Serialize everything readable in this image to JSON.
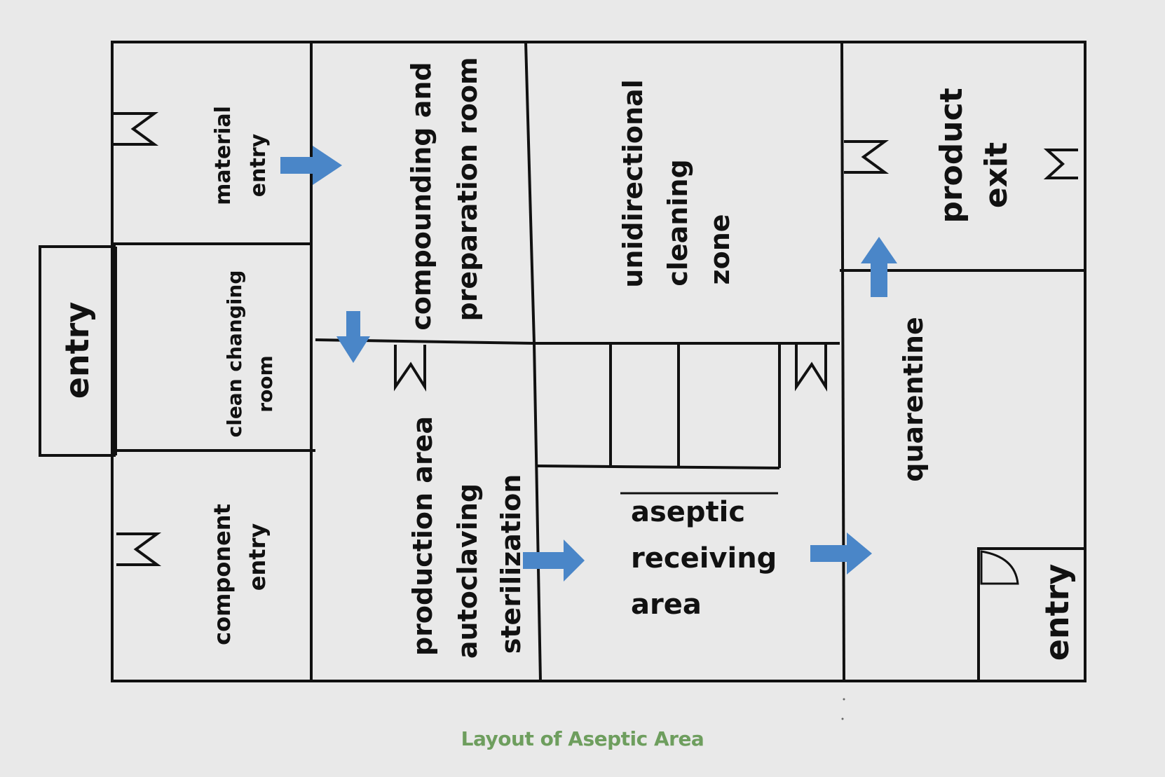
{
  "rooms": {
    "entry_left": "entry",
    "material_entry": [
      "material",
      "entry"
    ],
    "clean_changing_room": [
      "clean changing",
      "room"
    ],
    "component_entry": [
      "component",
      "entry"
    ],
    "compounding_room": [
      "compounding and",
      "preparation room"
    ],
    "production_area": [
      "production area",
      "autoclaving",
      "sterilization"
    ],
    "unidirectional_zone": [
      "unidirectional",
      "cleaning",
      "zone"
    ],
    "aseptic_receiving": [
      "aseptic",
      "receiving",
      "area"
    ],
    "product_exit": [
      "product",
      "exit"
    ],
    "quarantine": "quarentine",
    "entry_right": "entry"
  },
  "caption": "Layout of Aseptic Area",
  "colors": {
    "arrow": "#4a86c8",
    "wall": "#111111",
    "caption": "#6e9e5e"
  }
}
